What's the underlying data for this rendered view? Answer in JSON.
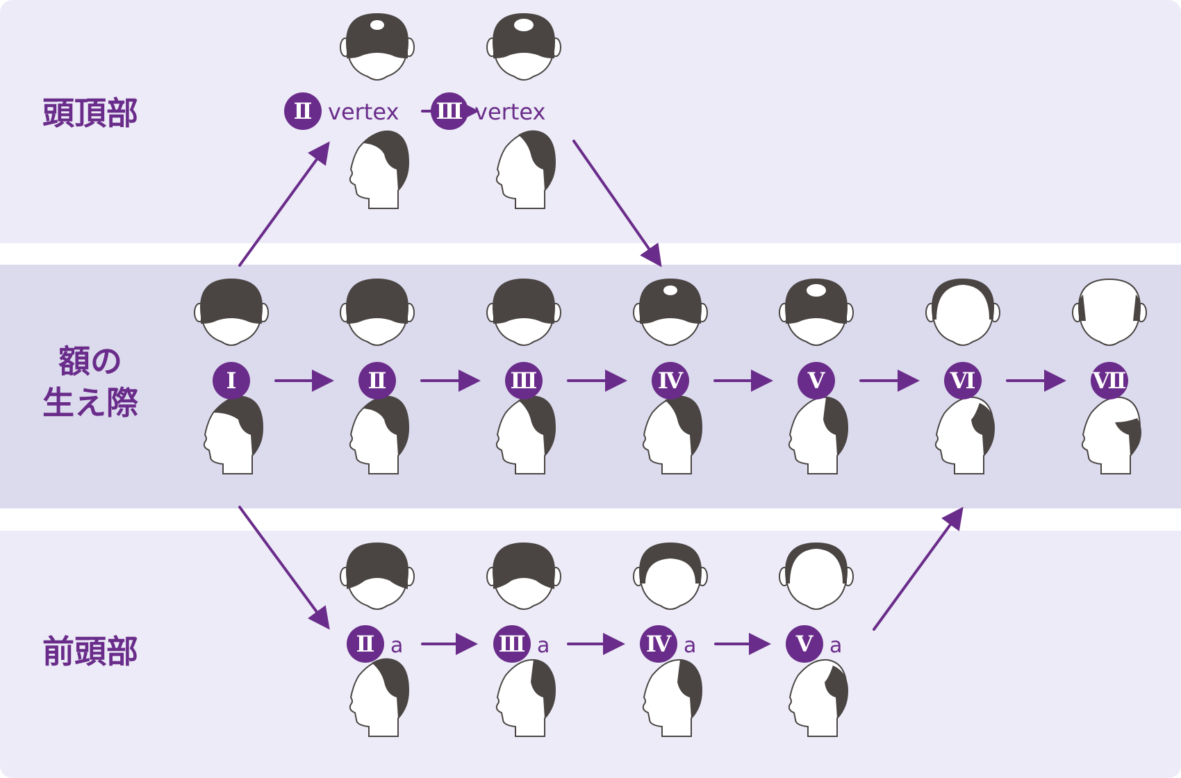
{
  "rows": {
    "vertex": {
      "label": "頭頂部",
      "stages": [
        {
          "numeral": "Ⅱ",
          "suffix": "vertex"
        },
        {
          "numeral": "Ⅲ",
          "suffix": "vertex"
        }
      ]
    },
    "hairline": {
      "label": "額の\n生え際",
      "stages": [
        {
          "numeral": "Ⅰ",
          "suffix": ""
        },
        {
          "numeral": "Ⅱ",
          "suffix": ""
        },
        {
          "numeral": "Ⅲ",
          "suffix": ""
        },
        {
          "numeral": "Ⅳ",
          "suffix": ""
        },
        {
          "numeral": "Ⅴ",
          "suffix": ""
        },
        {
          "numeral": "Ⅵ",
          "suffix": ""
        },
        {
          "numeral": "Ⅶ",
          "suffix": ""
        }
      ]
    },
    "frontal": {
      "label": "前頭部",
      "stages": [
        {
          "numeral": "Ⅱ",
          "suffix": "a"
        },
        {
          "numeral": "Ⅲ",
          "suffix": "a"
        },
        {
          "numeral": "Ⅳ",
          "suffix": "a"
        },
        {
          "numeral": "Ⅴ",
          "suffix": "a"
        }
      ]
    }
  },
  "colors": {
    "accent": "#6a2c8a",
    "hair": "#4a4543",
    "skin": "#ffffff",
    "band_light": "#ecebf7",
    "band_mid": "#dcdbee"
  },
  "icons": {
    "top_view": "head-top-view-icon",
    "side_view": "head-side-view-icon",
    "arrow": "arrow-right-icon"
  }
}
